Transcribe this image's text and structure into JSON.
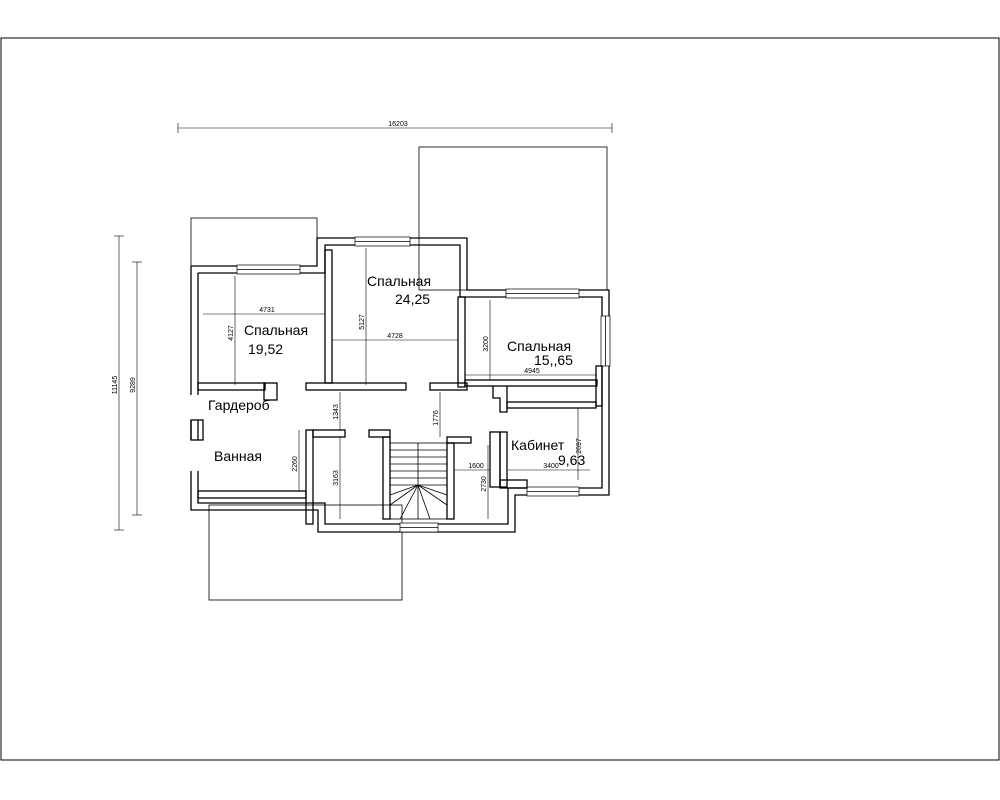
{
  "rooms": [
    {
      "name": "Спальная",
      "area": "19,52"
    },
    {
      "name": "Спальная",
      "area": "24,25"
    },
    {
      "name": "Спальная",
      "area": "15,,65"
    },
    {
      "name": "Кабинет",
      "area": "9,63"
    },
    {
      "name": "Гардероб"
    },
    {
      "name": "Ванная"
    }
  ],
  "dimensions": {
    "overall_width": "16203",
    "overall_height": "11145",
    "inner_height": "9289",
    "bed1_width": "4731",
    "bed1_depth": "4127",
    "bed2_depth": "5127",
    "bed2_width": "4728",
    "bed3_depth": "3200",
    "bed3_width": "4945",
    "hall_a": "1343",
    "hall_b": "1776",
    "bath_depth": "2260",
    "stair_depth": "3163",
    "landing_width": "1600",
    "landing_depth": "2730",
    "office_width": "3400",
    "office_depth": "2697"
  }
}
